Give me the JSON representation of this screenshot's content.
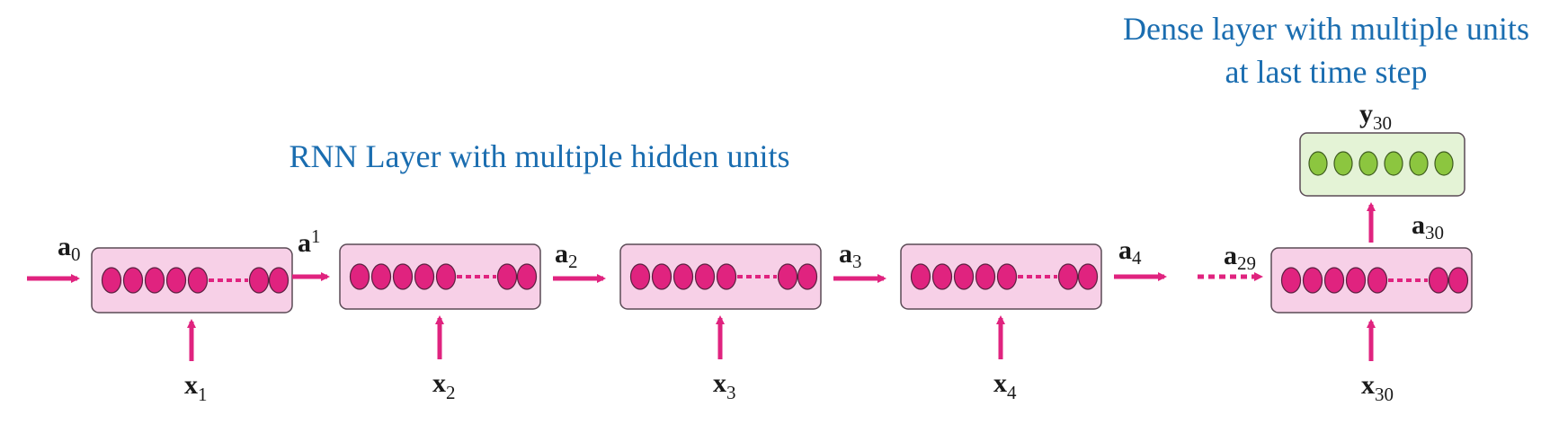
{
  "title_rnn": "RNN Layer with multiple hidden units",
  "title_dense_line1": "Dense layer with multiple units",
  "title_dense_line2": "at last time step",
  "cells": [
    {
      "input": {
        "main": "x",
        "sub": "1"
      },
      "state_out": {
        "main": "a",
        "sub": "1"
      }
    },
    {
      "input": {
        "main": "x",
        "sub": "2"
      },
      "state_out": {
        "main": "a",
        "sub": "2"
      }
    },
    {
      "input": {
        "main": "x",
        "sub": "3"
      },
      "state_out": {
        "main": "a",
        "sub": "3"
      }
    },
    {
      "input": {
        "main": "x",
        "sub": "4"
      },
      "state_out": {
        "main": "a",
        "sub": "4"
      }
    },
    {
      "input": {
        "main": "x",
        "sub": "30"
      },
      "state_out": {
        "main": "a",
        "sub": "30"
      }
    }
  ],
  "initial_state": {
    "main": "a",
    "sub": "0"
  },
  "pre_last_state": {
    "main": "a",
    "sub": "29"
  },
  "output": {
    "main": "y",
    "sub": "30"
  },
  "colors": {
    "rnn_box_fill": "#f7d0e7",
    "rnn_box_stroke": "#5a4a55",
    "hidden_unit": "#e0237f",
    "arrow": "#e0237f",
    "dense_box_fill": "#e4f3d6",
    "dense_unit": "#8cc63f",
    "title": "#1a6db0"
  }
}
